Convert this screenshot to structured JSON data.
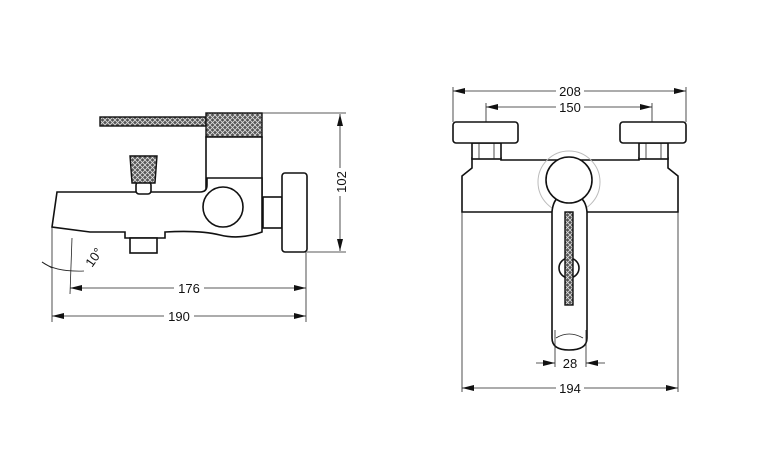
{
  "drawing": {
    "side_view": {
      "height_label": "102",
      "spout_length_label": "176",
      "overall_length_label": "190",
      "angle_label": "10°"
    },
    "front_view": {
      "plate_width_label": "208",
      "centers_label": "150",
      "handle_width_label": "28",
      "body_width_label": "194"
    }
  }
}
